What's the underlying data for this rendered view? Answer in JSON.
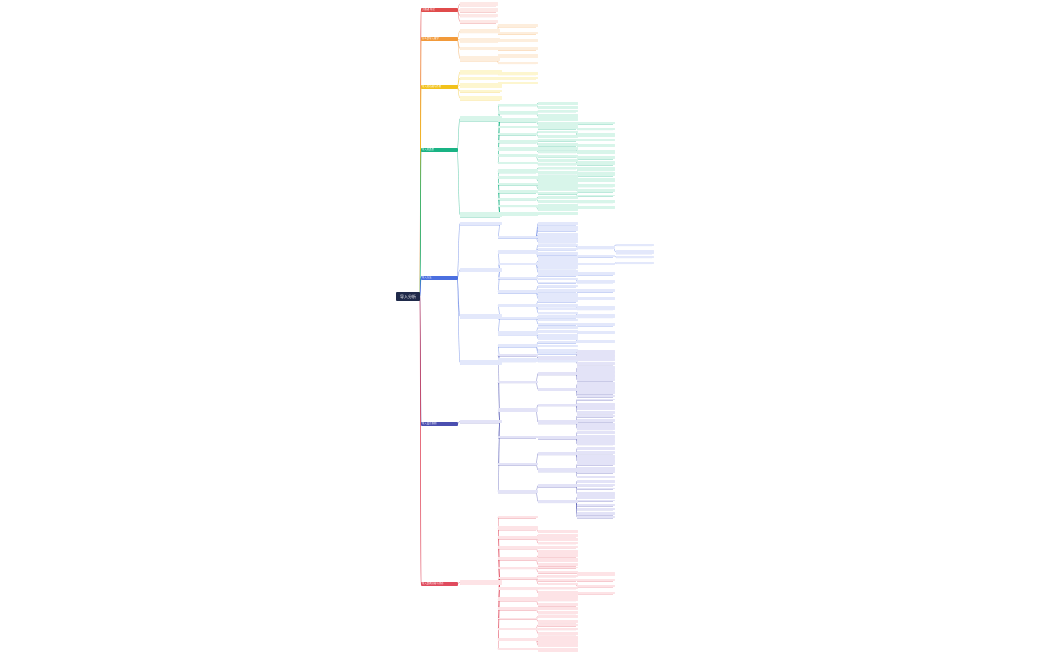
{
  "root_label": "导入分析",
  "colors": {
    "root": "#1f2a4a",
    "c1": "#e04b4b",
    "c2": "#f29a3a",
    "c3": "#f2c21b",
    "c4": "#19b384",
    "c5": "#4b6fe0",
    "c6": "#4b4fb0",
    "c7": "#e04b5e"
  },
  "branches": [
    {
      "label": "大概述·导论",
      "color": "#e04b4b",
      "fill": "#fde8e6"
    },
    {
      "label": "什么是导入教学",
      "color": "#f29a3a",
      "fill": "#fdeedd"
    },
    {
      "label": "导入的功能与作用",
      "color": "#f2c21b",
      "fill": "#fdf6cf"
    },
    {
      "label": "导入的类型",
      "color": "#19b384",
      "fill": "#d8f5ea"
    },
    {
      "label": "导入方法",
      "color": "#4b6fe0",
      "fill": "#e3e8fb"
    },
    {
      "label": "导入设计原则",
      "color": "#4b4fb0",
      "fill": "#e3e3f7"
    },
    {
      "label": "导入案例分析与评价",
      "color": "#e04b5e",
      "fill": "#fde3e6"
    }
  ]
}
